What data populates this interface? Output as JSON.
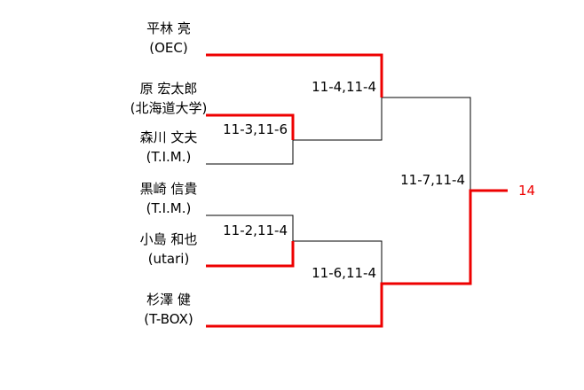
{
  "bracket": {
    "players": [
      {
        "name": "平林 亮",
        "club": "(OEC)"
      },
      {
        "name": "原 宏太郎",
        "club": "(北海道大学)"
      },
      {
        "name": "森川 文夫",
        "club": "(T.I.M.)"
      },
      {
        "name": "黒崎 信貴",
        "club": "(T.I.M.)"
      },
      {
        "name": "小島 和也",
        "club": "(utari)"
      },
      {
        "name": "杉澤 健",
        "club": "(T-BOX)"
      }
    ],
    "matches": {
      "round1_top": {
        "score": "11-3,11-6",
        "winner": "原 宏太郎"
      },
      "semifinal_top": {
        "score": "11-4,11-4",
        "winner": "平林 亮"
      },
      "round1_bottom": {
        "score": "11-2,11-4",
        "winner": "小島 和也"
      },
      "semifinal_bottom": {
        "score": "11-6,11-4",
        "winner": "杉澤 健"
      },
      "final": {
        "score": "11-7,11-4",
        "winner": "杉澤 健"
      }
    },
    "champion_label": "14",
    "colors": {
      "winner_path": "#ee0000",
      "line": "#000000"
    }
  }
}
